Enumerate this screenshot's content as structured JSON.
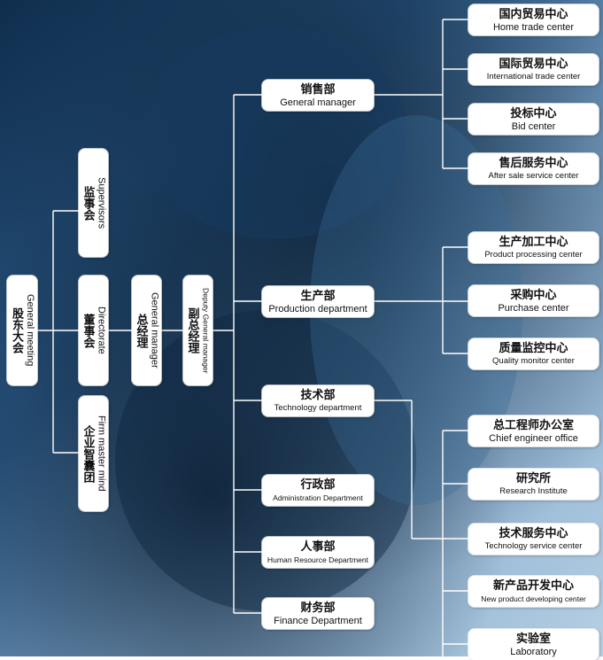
{
  "left": {
    "general_meeting": {
      "cn": "股东大会",
      "en": "General meeting"
    },
    "supervisors": {
      "cn": "监事会",
      "en": "Supervisors"
    },
    "directorate": {
      "cn": "董事会",
      "en": "Directorate"
    },
    "firm_master_mind": {
      "cn": "企业智囊团",
      "en": "Firm master mind"
    },
    "general_manager": {
      "cn": "总经理",
      "en": "General manager"
    },
    "deputy_general_manager": {
      "cn": "副总经理",
      "en": "Deputy General manager"
    }
  },
  "departments": [
    {
      "cn": "销售部",
      "en": "General manager"
    },
    {
      "cn": "生产部",
      "en": "Production department"
    },
    {
      "cn": "技术部",
      "en": "Technology department"
    },
    {
      "cn": "行政部",
      "en": "Administration Department"
    },
    {
      "cn": "人事部",
      "en": "Human Resource Department"
    },
    {
      "cn": "财务部",
      "en": "Finance Department"
    }
  ],
  "sales_centers": [
    {
      "cn": "国内贸易中心",
      "en": "Home trade center"
    },
    {
      "cn": "国际贸易中心",
      "en": "International trade center"
    },
    {
      "cn": "投标中心",
      "en": "Bid center"
    },
    {
      "cn": "售后服务中心",
      "en": "After sale service center"
    }
  ],
  "production_centers": [
    {
      "cn": "生产加工中心",
      "en": "Product processing center"
    },
    {
      "cn": "采购中心",
      "en": "Purchase center"
    },
    {
      "cn": "质量监控中心",
      "en": "Quality monitor center"
    }
  ],
  "technology_units": [
    {
      "cn": "总工程师办公室",
      "en": "Chief engineer office"
    },
    {
      "cn": "研究所",
      "en": "Research Institute"
    },
    {
      "cn": "技术服务中心",
      "en": "Technology service center"
    },
    {
      "cn": "新产品开发中心",
      "en": "New product developing center"
    },
    {
      "cn": "实验室",
      "en": "Laboratory"
    }
  ],
  "colors": {
    "background_dark": "#16324f",
    "background_light": "#8fb3d4",
    "line": "#ffffff",
    "box": "#ffffff"
  }
}
